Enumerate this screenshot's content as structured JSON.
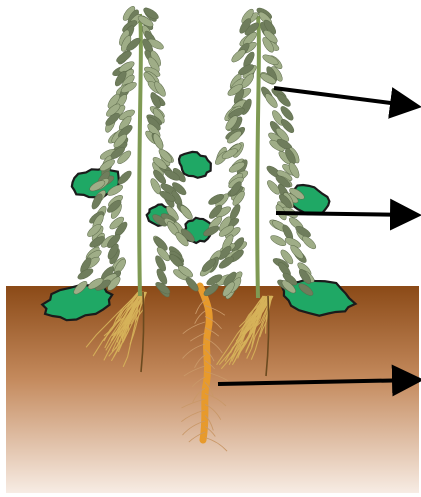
{
  "diagram": {
    "subject": "intercropping-plants-root-profile",
    "colors": {
      "soil_top": "#8b4a17",
      "soil_mid": "#c48a5d",
      "soil_bottom": "#f7ece4",
      "bean_leaf": "#9fad87",
      "bean_leaf_dark": "#6f7d5c",
      "stem": "#7f9a54",
      "broad_leaf": "#1fa865",
      "leaf_outline": "#1b1b1b",
      "fibrous_root": "#d6b25a",
      "tap_root": "#e79a2c",
      "arrow": "#000000"
    },
    "pointers": [
      {
        "name": "arrow-upper"
      },
      {
        "name": "arrow-middle"
      },
      {
        "name": "arrow-lower"
      }
    ]
  }
}
